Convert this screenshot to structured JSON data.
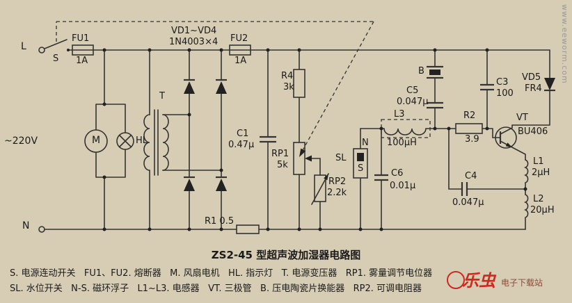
{
  "labels": {
    "L_term": "L",
    "S_switch": "S",
    "FU1": "FU1",
    "FU1_val": "1A",
    "mains": "~220V",
    "N_term": "N",
    "M": "M",
    "HL": "HL",
    "T": "T",
    "VD_bridge": "VD1~VD4",
    "VD_part": "1N4003×4",
    "FU2": "FU2",
    "FU2_val": "1A",
    "C1": "C1",
    "C1_val": "0.47μ",
    "R1": "R1 0.5",
    "R4": "R4",
    "R4_val": "3k",
    "RP1": "RP1",
    "RP1_val": "5k",
    "RP2": "RP2",
    "RP2_val": "2.2k",
    "SL": "SL",
    "N_float": "N",
    "S_float": "S",
    "C6": "C6",
    "C6_val": "0.01μ",
    "L3": "L3",
    "L3_val": "100μH",
    "B": "B",
    "C5": "C5",
    "C5_val": "0.047μ",
    "C3": "C3",
    "C3_val": "100",
    "VD5": "VD5",
    "VD5_val": "FR4",
    "R2": "R2",
    "R2_val": "3.9",
    "VT": "VT",
    "VT_val": "BU406",
    "L1": "L1",
    "L1_val": "2μH",
    "C4": "C4",
    "C4_val": "0.047μ",
    "L2": "L2",
    "L2_val": "20μH"
  },
  "caption": "ZS2-45 型超声波加湿器电路图",
  "legend": {
    "line1": "S. 电源连动开关   FU1、FU2. 熔断器   M. 风扇电机   HL. 指示灯   T. 电源变压器   RP1. 雾量调节电位器",
    "line2": "SL. 水位开关   N-S. 磁环浮子   L1~L3. 电感器   VT. 三极管   B. 压电陶瓷片换能器   RP2. 可调电阻器"
  },
  "watermark": {
    "logo_text": "乐虫",
    "site_name": "电子下载站",
    "url": "www.eeworm.com"
  }
}
